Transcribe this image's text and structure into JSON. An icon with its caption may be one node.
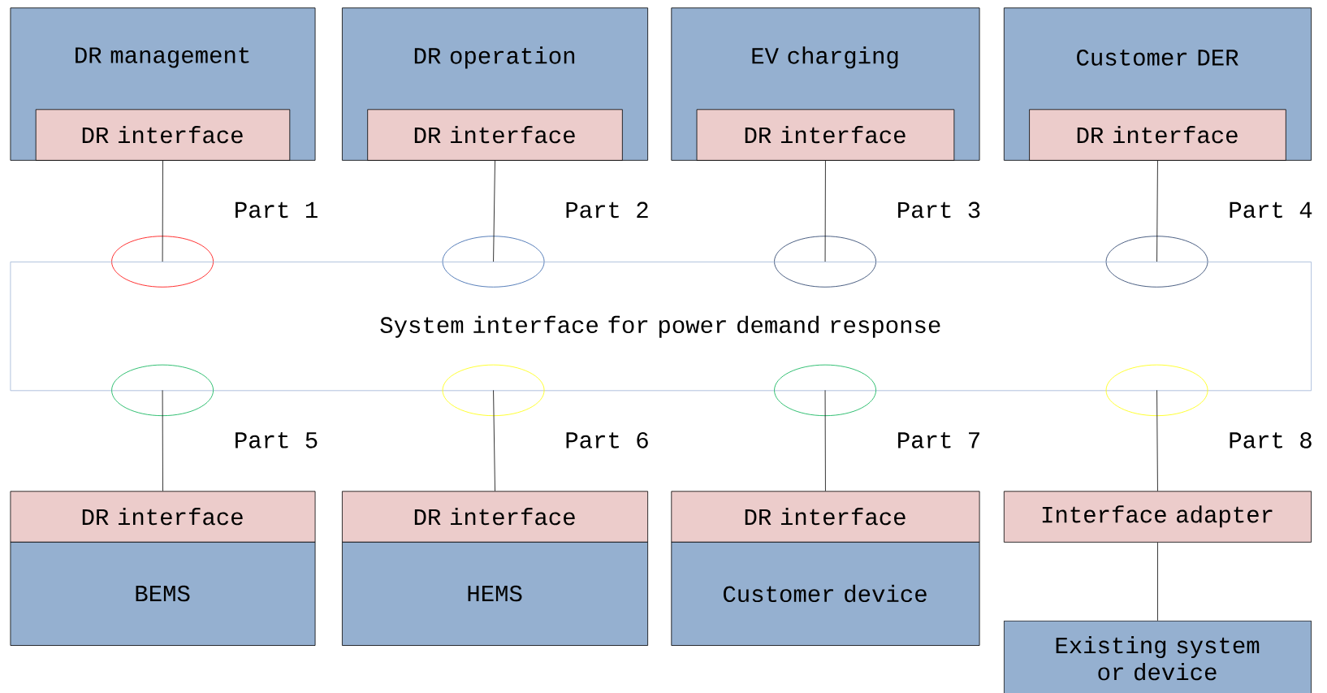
{
  "diagram": {
    "nodes": [
      {
        "text": [
          "DR management"
        ]
      },
      {
        "text": [
          "DR interface"
        ],
        "in": 0
      },
      {
        "text": [
          "DR operation"
        ]
      },
      {
        "text": [
          "DR interface"
        ],
        "in": 2
      },
      {
        "text": [
          "EV charging"
        ]
      },
      {
        "text": [
          "DR interface"
        ],
        "in": 4
      },
      {
        "text": [
          "Customer DER"
        ]
      },
      {
        "text": [
          "DR interface"
        ],
        "in": 6
      },
      {
        "text": [],
        "shape": "ellipse"
      },
      {
        "text": [],
        "shape": "ellipse"
      },
      {
        "text": [],
        "shape": "ellipse"
      },
      {
        "text": [],
        "shape": "ellipse"
      },
      {
        "text": [
          "System interface for power demand response"
        ]
      },
      {
        "text": [],
        "shape": "ellipse"
      },
      {
        "text": [],
        "shape": "ellipse"
      },
      {
        "text": [],
        "shape": "ellipse"
      },
      {
        "text": [],
        "shape": "ellipse"
      },
      {
        "text": [
          "DR interface"
        ]
      },
      {
        "text": [
          "BEMS"
        ]
      },
      {
        "text": [
          "DR interface"
        ]
      },
      {
        "text": [
          "HEMS"
        ]
      },
      {
        "text": [
          "DR interface"
        ]
      },
      {
        "text": [
          "Customer device"
        ]
      },
      {
        "text": [
          "Interface adapter"
        ]
      },
      {
        "text": [
          "Existing system or device"
        ]
      }
    ],
    "edges": [
      {
        "from": 1,
        "to": 8,
        "arrow": "none"
      },
      {
        "from": 3,
        "to": 9,
        "arrow": "none"
      },
      {
        "from": 5,
        "to": 10,
        "arrow": "none"
      },
      {
        "from": 7,
        "to": 11,
        "arrow": "none"
      },
      {
        "from": 13,
        "to": 17,
        "arrow": "none"
      },
      {
        "from": 14,
        "to": 19,
        "arrow": "none"
      },
      {
        "from": 15,
        "to": 21,
        "arrow": "none"
      },
      {
        "from": 16,
        "to": 23,
        "arrow": "none"
      },
      {
        "from": 23,
        "to": 24,
        "arrow": "none"
      }
    ],
    "labels": [
      "Part 1",
      "Part 2",
      "Part 3",
      "Part 4",
      "Part 5",
      "Part 6",
      "Part 7",
      "Part 8"
    ]
  }
}
